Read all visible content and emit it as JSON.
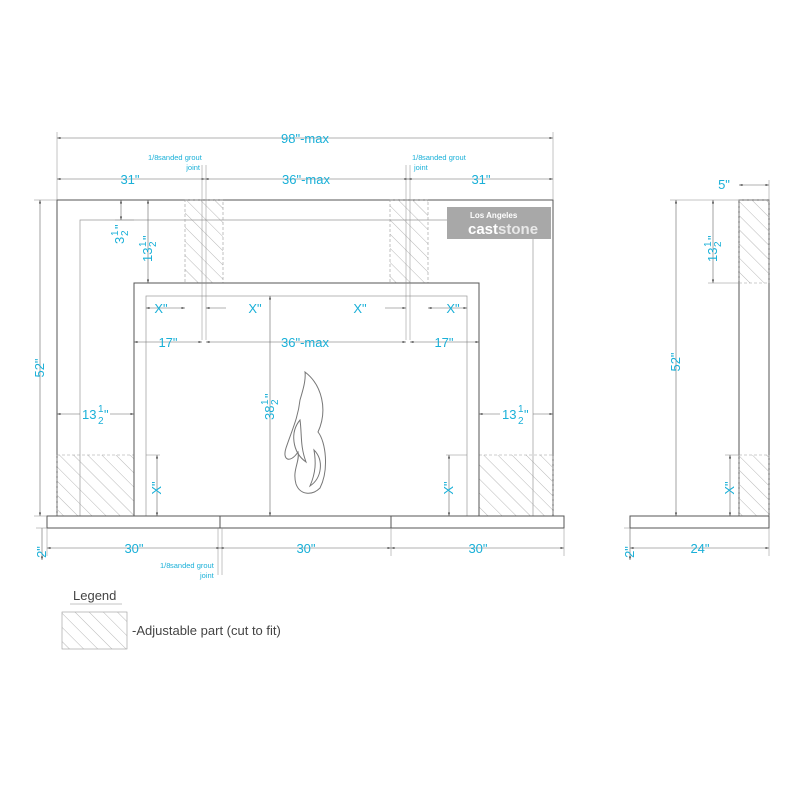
{
  "front_view": {
    "overall_width": "98\"-max",
    "grout_note_left": {
      "line1": "sanded grout",
      "line2": "joint"
    },
    "grout_note_right": {
      "line1": "sanded grout",
      "line2": "joint"
    },
    "grout_note_bottom": {
      "line1": "sanded grout",
      "line2": "joint"
    },
    "grout_fraction": "1/8",
    "top_left": "31\"",
    "top_center": "36\"-max",
    "top_right": "31\"",
    "frieze_outer": "3",
    "frieze_inner": "13",
    "height": "52\"",
    "opening_x_labels": [
      "X\"",
      "X\"",
      "X\"",
      "X\""
    ],
    "inner_left": "17\"",
    "inner_center": "36\"-max",
    "inner_right": "17\"",
    "opening_height": "38",
    "leg_left": "13",
    "leg_right": "13",
    "leg_x_left": "X\"",
    "leg_x_right": "X\"",
    "hearth_thickness": "2\"",
    "hearth_segments": [
      "30\"",
      "30\"",
      "30\""
    ]
  },
  "fraction_half": {
    "num": "1",
    "den": "2"
  },
  "side_view": {
    "top_depth": "5\"",
    "frieze_height": "13",
    "height": "52\"",
    "leg_x": "X\"",
    "hearth_thickness": "2\"",
    "hearth_depth": "24\""
  },
  "logo": {
    "line1": "Los Angeles",
    "line2a": "cast",
    "line2b": "stone"
  },
  "legend": {
    "title": "Legend",
    "label": "-Adjustable part (cut to fit)"
  },
  "colors": {
    "dimension": "#1ab0d8",
    "line": "#555555"
  }
}
